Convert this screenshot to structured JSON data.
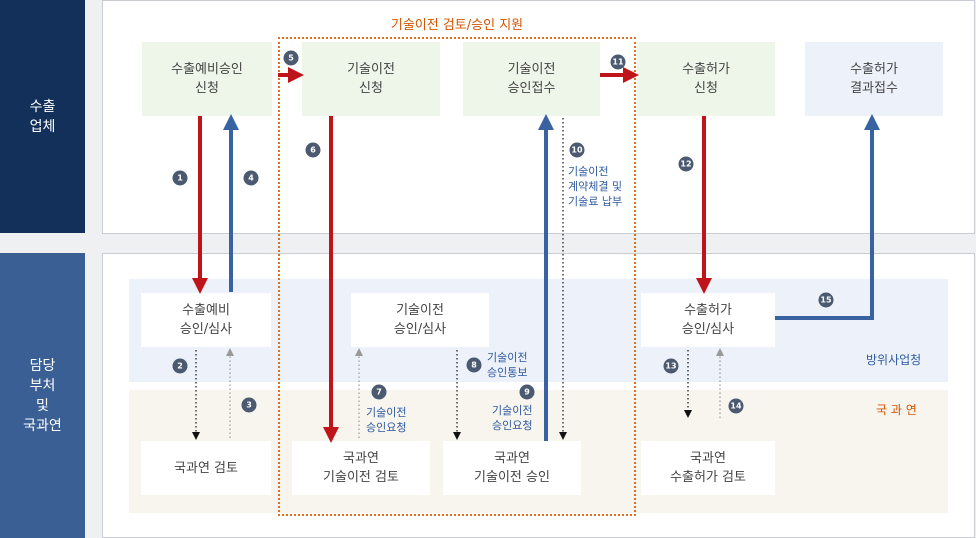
{
  "sides": {
    "company": "수출\n업체",
    "agency": "담당\n부처\n및\n국과연"
  },
  "title": "기술이전 검토/승인 지원",
  "bands": {
    "dapa": "방위사업청",
    "add": "국 과 연"
  },
  "top_boxes": [
    "수출예비승인\n신청",
    "기술이전\n신청",
    "기술이전\n승인접수",
    "수출허가\n신청",
    "수출허가\n결과접수"
  ],
  "mid_boxes": [
    "수출예비\n승인/심사",
    "기술이전\n승인/심사",
    "수출허가\n승인/심사"
  ],
  "low_boxes": [
    "국과연 검토",
    "국과연\n기술이전 검토",
    "국과연\n기술이전 승인",
    "국과연\n수출허가 검토"
  ],
  "steps": [
    "1",
    "2",
    "3",
    "4",
    "5",
    "6",
    "7",
    "8",
    "9",
    "10",
    "11",
    "12",
    "13",
    "14",
    "15"
  ],
  "labels": {
    "s7": "기술이전\n승인요청",
    "s8": "기술이전\n승인통보",
    "s9": "기술이전\n승인요청",
    "s10": "기술이전\n계약체결 및\n기술료 납부"
  },
  "colors": {
    "red": "#c0141b",
    "blue": "#3862a0",
    "navy": "#13305a",
    "orange": "#d35400"
  }
}
